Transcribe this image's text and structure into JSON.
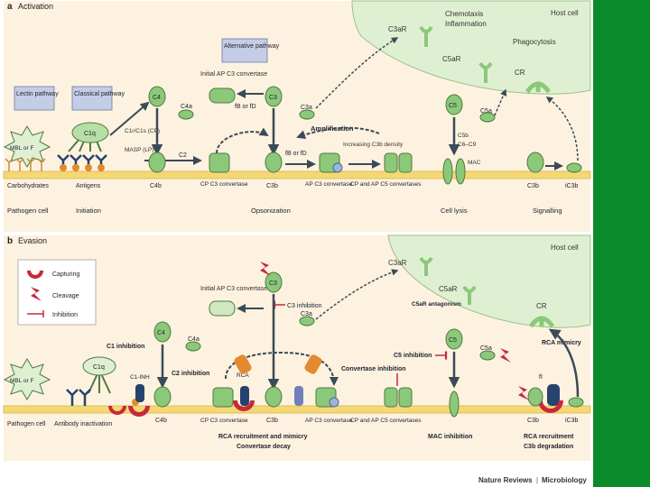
{
  "colors": {
    "page": "#ffffff",
    "panel": "#fdf2df",
    "sidebar": "#0b8a2a",
    "cell": "#dff0d2",
    "membrane": "#f5d873",
    "protein": "#8cc87a",
    "dark": "#3b4a57",
    "red": "#c8283a",
    "blue": "#27426f",
    "orange": "#e38a2e",
    "lavender": "#c5cde6"
  },
  "panel_a": {
    "tag": "a",
    "title": "Activation",
    "host_cell": "Host cell",
    "chemotaxis": "Chemotaxis",
    "inflammation": "Inflammation",
    "phagocytosis": "Phagocytosis",
    "c3ar": "C3aR",
    "c5ar": "C5aR",
    "cr": "CR",
    "alt_pathway": "Alternative pathway",
    "lectin_pathway": "Lectin pathway",
    "classical_pathway": "Classical pathway",
    "initial_ap": "Initial AP C3 convertase",
    "c4": "C4",
    "c4a": "C4a",
    "c3": "C3",
    "c3a": "C3a",
    "c5": "C5",
    "c5a": "C5a",
    "fb_fd": "fB or fD",
    "c1q": "C1q",
    "c1r_c1s": "C1r/C1s (CP)",
    "masp": "MASP (LP)",
    "c2": "C2",
    "amplification": "Amplification",
    "increasing": "Increasing C3b density",
    "fb_fd2": "fB or fD",
    "c5b": "C5b",
    "c6c9": "C6–C9",
    "mac": "MAC",
    "mbl": "MBL or F",
    "carbohydrates": "Carbohydrates",
    "antigens": "Antigens",
    "c4b": "C4b",
    "cp_c3": "CP C3 convertase",
    "c3b": "C3b",
    "ap_c3": "AP C3 convertase",
    "cp_ap_c5": "CP and AP C5 convertases",
    "c3b2": "C3b",
    "ic3b": "iC3b",
    "pathogen_cell": "Pathogen cell",
    "initiation": "Initiation",
    "opsonization": "Opsonization",
    "cell_lysis": "Cell lysis",
    "signalling": "Signalling"
  },
  "panel_b": {
    "tag": "b",
    "title": "Evasion",
    "host_cell": "Host cell",
    "legend_capturing": "Capturing",
    "legend_cleavage": "Cleavage",
    "legend_inhibition": "Inhibition",
    "c3ar": "C3aR",
    "c5ar": "C5aR",
    "c5ar_antagonism": "C5aR antagonism",
    "cr": "CR",
    "initial_ap": "Initial AP C3 convertase",
    "c3": "C3",
    "c3_inhibition": "C3 inhibition",
    "c3a": "C3a",
    "c4": "C4",
    "c4a": "C4a",
    "c1_inhibition": "C1 inhibition",
    "c1inh": "C1-INH",
    "c1q": "C1q",
    "mbl": "MBL or F",
    "c2_inhibition": "C2 inhibition",
    "rca": "RCA",
    "convertase_inhibition": "Convertase inhibition",
    "c5": "C5",
    "c5a": "C5a",
    "c5_inhibition": "C5 inhibition",
    "rca_mimicry": "RCA mimicry",
    "fi": "fI",
    "c4b": "C4b",
    "cp_c3": "CP C3 convertase",
    "c3b": "C3b",
    "ap_c3": "AP C3 convertase",
    "cp_ap_c5": "CP and AP C5 convertases",
    "c3b2": "C3b",
    "ic3b": "iC3b",
    "pathogen_cell": "Pathogen cell",
    "antibody_inact": "Antibody inactivation",
    "rca_rec_mim": "RCA recruitment and mimicry",
    "conv_decay": "Convertase decay",
    "mac_inhibition": "MAC inhibition",
    "rca_recruitment": "RCA recruitment",
    "c3b_degradation": "C3b degradation"
  },
  "footer": {
    "journal": "Nature Reviews",
    "separator": "|",
    "section": "Microbiology"
  }
}
